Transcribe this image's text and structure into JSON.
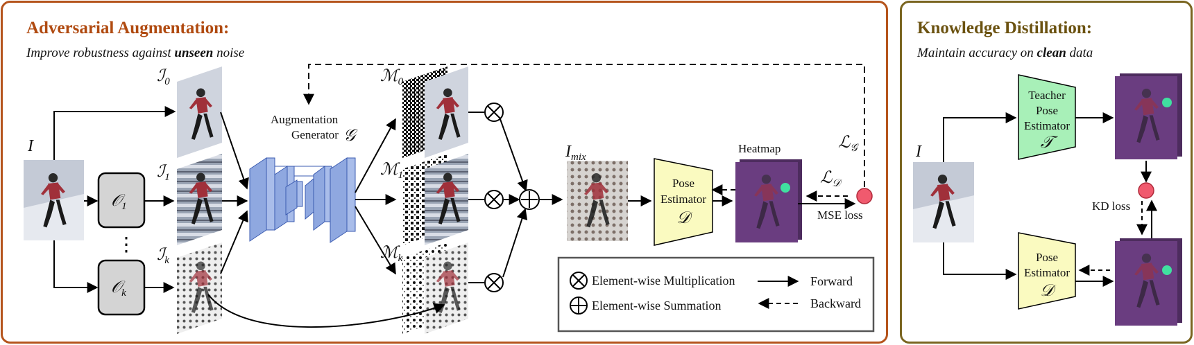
{
  "left_panel": {
    "title": "Adversarial Augmentation:",
    "subtitle_pre": "Improve robustness against ",
    "subtitle_bold": "unseen",
    "subtitle_post": " noise",
    "title_color": "#b04a10",
    "border_color": "#b5541c"
  },
  "right_panel": {
    "title": "Knowledge Distillation:",
    "subtitle_pre": "Maintain accuracy on ",
    "subtitle_bold": "clean",
    "subtitle_post": " data",
    "title_color": "#6b5210",
    "border_color": "#7a6520"
  },
  "labels": {
    "input_I": "I",
    "img_I0_main": "ℐ",
    "img_I0_sub": "0",
    "img_I1_main": "ℐ",
    "img_I1_sub": "1",
    "img_Ik_main": "ℐ",
    "img_Ik_sub": "k",
    "op1_main": "𝒪",
    "op1_sub": "1",
    "opk_main": "𝒪",
    "opk_sub": "k",
    "dots": "⋮",
    "aug_gen_line1": "Augmentation",
    "aug_gen_line2": "Generator",
    "aug_gen_symbol": "𝒢",
    "mask_M0_main": "ℳ",
    "mask_M0_sub": "0",
    "mask_M1_main": "ℳ",
    "mask_M1_sub": "1",
    "mask_Mk_main": "ℳ",
    "mask_Mk_sub": "k",
    "imix_main": "I",
    "imix_sub": "mix",
    "pose_line1": "Pose",
    "pose_line2": "Estimator",
    "pose_symbol": "𝒟",
    "heatmap": "Heatmap",
    "loss_G_main": "ℒ",
    "loss_G_sub": "𝒢",
    "loss_D_main": "ℒ",
    "loss_D_sub": "𝒟",
    "mse_loss": "MSE loss",
    "teacher_line1": "Teacher",
    "teacher_line2": "Pose",
    "teacher_line3": "Estimator",
    "teacher_symbol": "𝒯",
    "kd_input_I": "I",
    "kd_loss": "KD loss",
    "student_line1": "Pose",
    "student_line2": "Estimator",
    "student_symbol": "𝒟"
  },
  "legend": {
    "multiplication": "Element-wise Multiplication",
    "summation": "Element-wise Summation",
    "forward": "Forward",
    "backward": "Backward"
  },
  "colors": {
    "pose_estimator_fill": "#fafac0",
    "teacher_fill": "#a8f0b8",
    "heatmap_fill": "#6a3d80",
    "heatmap_spot": "#40e0a0",
    "loss_dot": "#f05a6e",
    "generator_fill": "#8fa8e0",
    "operator_fill": "#d4d4d4"
  },
  "icons": [
    "circle-times-icon",
    "circle-plus-icon",
    "loss-dot-icon",
    "skater-photo-icon",
    "heatmap-icon",
    "noise-mask-icon"
  ]
}
